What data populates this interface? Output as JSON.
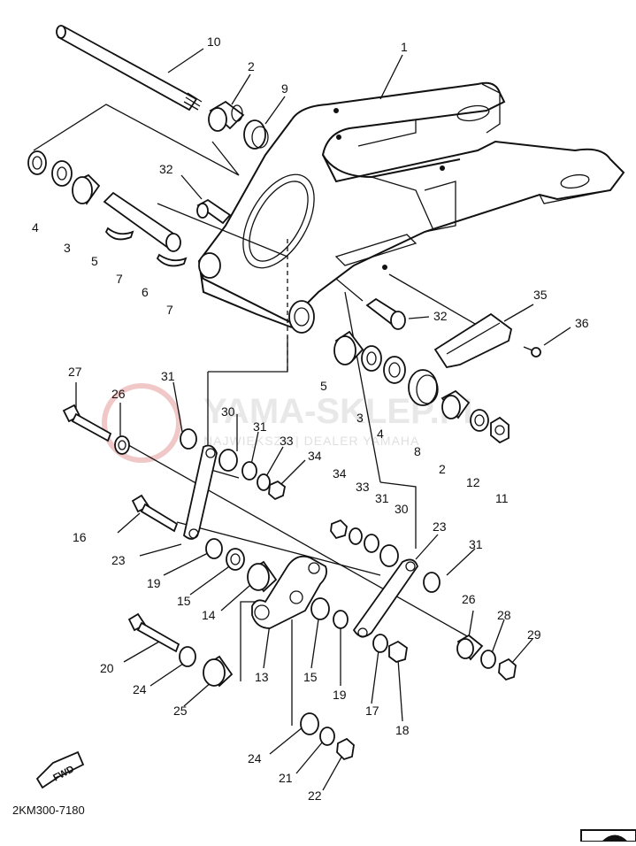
{
  "watermark": {
    "brand": "YAMA-SKLEP.PL",
    "subtitle": "NAJWIĘKSZY | DEALER YAMAHA"
  },
  "diagram_code": "2KM300-7180",
  "fwd_label": "FWD",
  "callouts": [
    {
      "id": "c1",
      "label": "1"
    },
    {
      "id": "c2a",
      "label": "2"
    },
    {
      "id": "c9",
      "label": "9"
    },
    {
      "id": "c10",
      "label": "10"
    },
    {
      "id": "c4a",
      "label": "4"
    },
    {
      "id": "c3a",
      "label": "3"
    },
    {
      "id": "c5a",
      "label": "5"
    },
    {
      "id": "c7a",
      "label": "7"
    },
    {
      "id": "c6",
      "label": "6"
    },
    {
      "id": "c7b",
      "label": "7"
    },
    {
      "id": "c32a",
      "label": "32"
    },
    {
      "id": "c32b",
      "label": "32"
    },
    {
      "id": "c35",
      "label": "35"
    },
    {
      "id": "c36",
      "label": "36"
    },
    {
      "id": "c5b",
      "label": "5"
    },
    {
      "id": "c3b",
      "label": "3"
    },
    {
      "id": "c4b",
      "label": "4"
    },
    {
      "id": "c8",
      "label": "8"
    },
    {
      "id": "c2b",
      "label": "2"
    },
    {
      "id": "c12",
      "label": "12"
    },
    {
      "id": "c11",
      "label": "11"
    },
    {
      "id": "c27",
      "label": "27"
    },
    {
      "id": "c26a",
      "label": "26"
    },
    {
      "id": "c31a",
      "label": "31"
    },
    {
      "id": "c30a",
      "label": "30"
    },
    {
      "id": "c31b",
      "label": "31"
    },
    {
      "id": "c33a",
      "label": "33"
    },
    {
      "id": "c34a",
      "label": "34"
    },
    {
      "id": "c34b",
      "label": "34"
    },
    {
      "id": "c33b",
      "label": "33"
    },
    {
      "id": "c31c",
      "label": "31"
    },
    {
      "id": "c30b",
      "label": "30"
    },
    {
      "id": "c23a",
      "label": "23"
    },
    {
      "id": "c31d",
      "label": "31"
    },
    {
      "id": "c16",
      "label": "16"
    },
    {
      "id": "c23b",
      "label": "23"
    },
    {
      "id": "c19a",
      "label": "19"
    },
    {
      "id": "c15a",
      "label": "15"
    },
    {
      "id": "c14",
      "label": "14"
    },
    {
      "id": "c26b",
      "label": "26"
    },
    {
      "id": "c28",
      "label": "28"
    },
    {
      "id": "c29",
      "label": "29"
    },
    {
      "id": "c20",
      "label": "20"
    },
    {
      "id": "c24a",
      "label": "24"
    },
    {
      "id": "c25",
      "label": "25"
    },
    {
      "id": "c13",
      "label": "13"
    },
    {
      "id": "c15b",
      "label": "15"
    },
    {
      "id": "c19b",
      "label": "19"
    },
    {
      "id": "c17",
      "label": "17"
    },
    {
      "id": "c18",
      "label": "18"
    },
    {
      "id": "c24b",
      "label": "24"
    },
    {
      "id": "c21",
      "label": "21"
    },
    {
      "id": "c22",
      "label": "22"
    }
  ]
}
